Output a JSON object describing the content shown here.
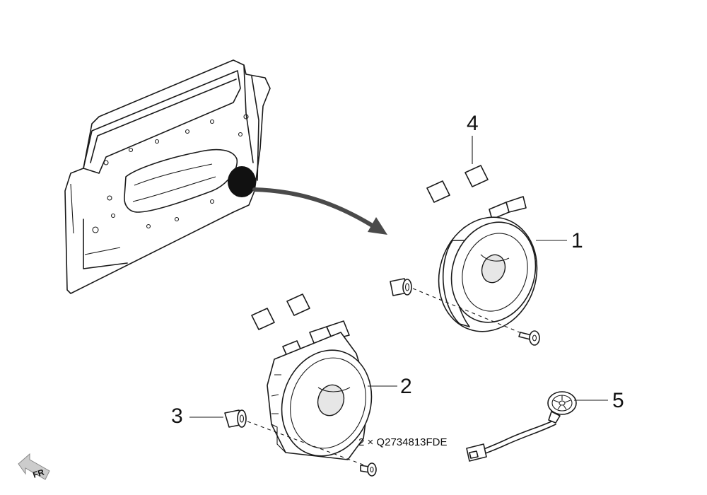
{
  "callouts": {
    "c1": "1",
    "c2": "2",
    "c3": "3",
    "c4": "4",
    "c5": "5"
  },
  "note_fastener": "2 × Q2734813FDE",
  "direction_marker": "FR"
}
